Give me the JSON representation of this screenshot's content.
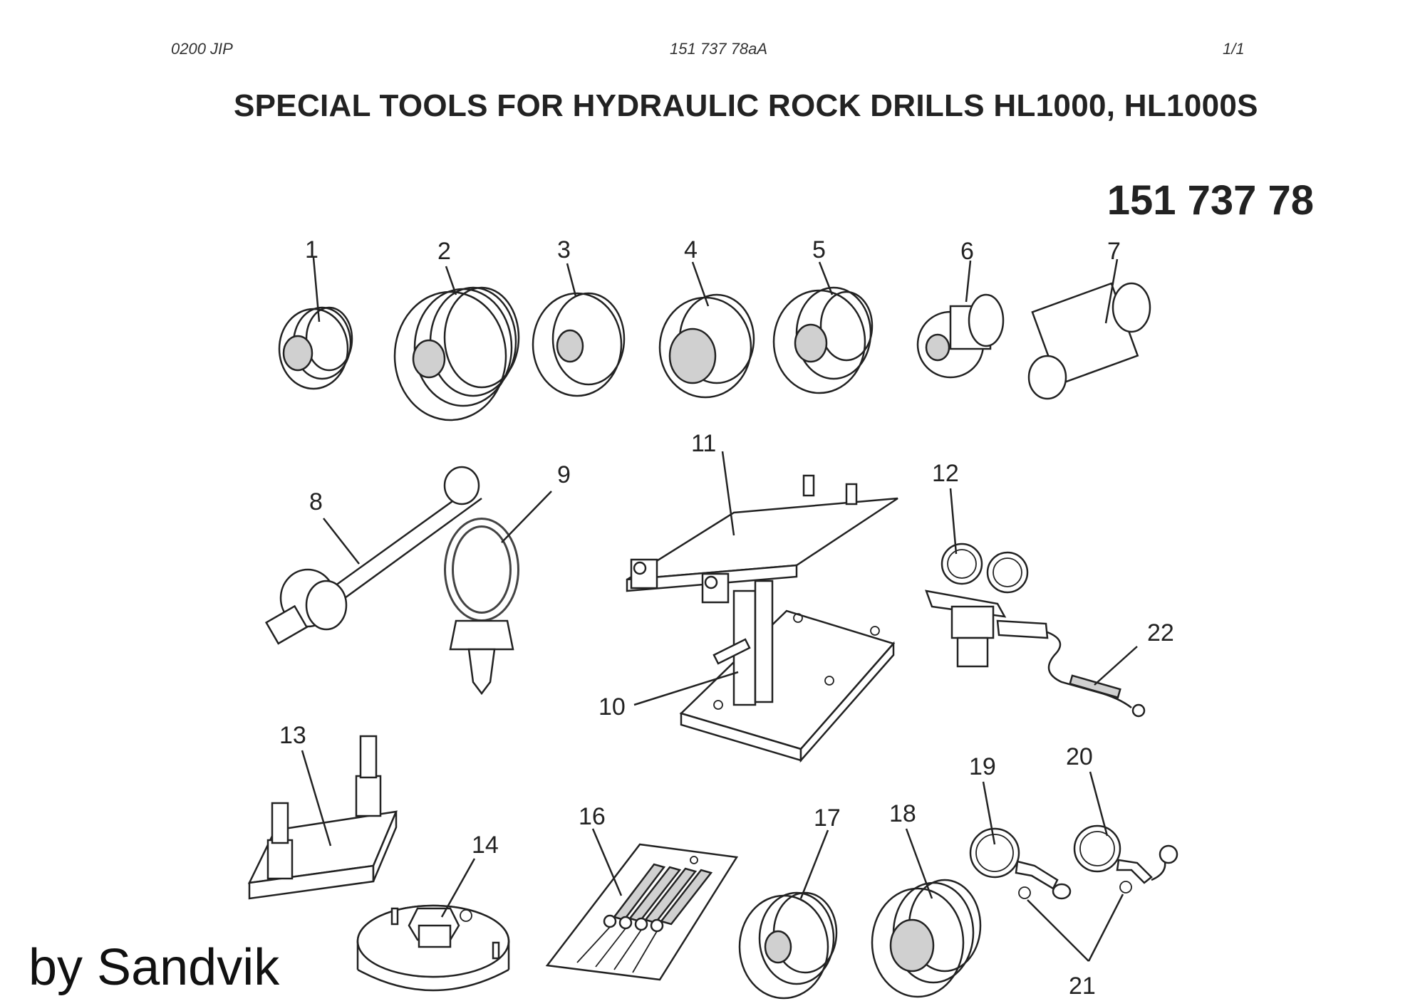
{
  "header": {
    "left": "0200 JIP",
    "center": "151 737 78aA",
    "right": "1/1"
  },
  "title": "SPECIAL TOOLS FOR HYDRAULIC ROCK DRILLS HL1000, HL1000S",
  "document_number": "151 737 78",
  "credit": "by Sandvik",
  "callouts": [
    "1",
    "2",
    "3",
    "4",
    "5",
    "6",
    "7",
    "8",
    "9",
    "10",
    "11",
    "12",
    "13",
    "14",
    "16",
    "17",
    "18",
    "19",
    "20",
    "21",
    "22"
  ]
}
